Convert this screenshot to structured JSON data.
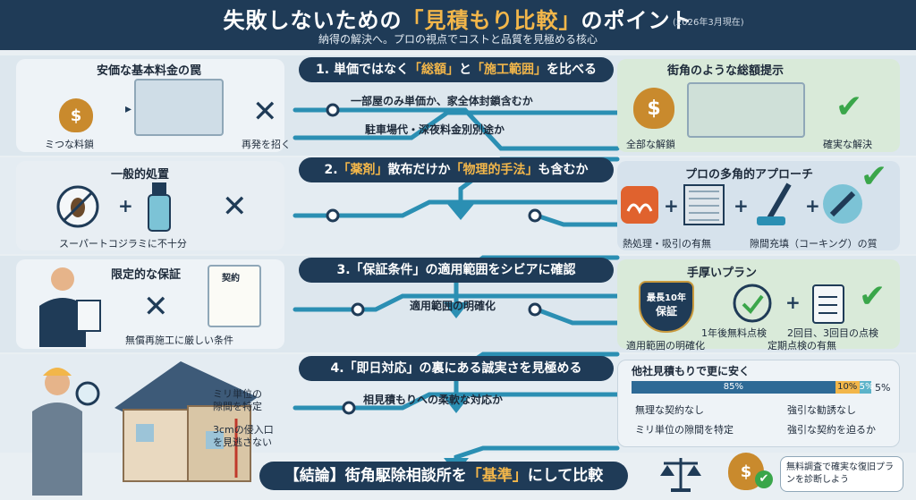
{
  "header": {
    "title_pre": "失敗しないための",
    "title_hl": "「見積もり比較」",
    "title_post": "のポイント",
    "date": "(2026年3月現在)",
    "subtitle": "納得の解決へ。プロの視点でコストと品質を見極める核心"
  },
  "sec1": {
    "banner_pre": "1. 単価ではなく",
    "banner_hl1": "「総額」",
    "banner_mid": "と",
    "banner_hl2": "「施工範囲」",
    "banner_post": "を比べる",
    "left_title": "安価な基本料金の罠",
    "left_cap1": "ミつな料鎖",
    "left_cap2": "再発を招く",
    "mid1": "一部屋のみ単価か、家全体封鎖含むか",
    "mid2": "駐車場代・深夜料金別別途か",
    "right_title": "街角のような総額提示",
    "right_cap1": "全部な解鎖",
    "right_cap2": "確実な解決"
  },
  "sec2": {
    "banner_pre": "2.",
    "banner_hl1": "「薬剤」",
    "banner_mid": "散布だけか",
    "banner_hl2": "「物理的手法」",
    "banner_post": "も含むか",
    "left_title": "一般的処置",
    "left_cap": "スーパートコジラミに不十分",
    "right_title": "プロの多角的アプローチ",
    "right_cap1": "熱処理・吸引の有無",
    "right_cap2": "隙間充填（コーキング）の質"
  },
  "sec3": {
    "banner": "3.「保証条件」の適用範囲をシビアに確認",
    "left_title": "限定的な保証",
    "doc_label": "契約",
    "left_cap": "無償再施工に厳しい条件",
    "mid": "適用範囲の明確化",
    "right_title": "手厚いプラン",
    "badge_top": "最長10年",
    "badge_main": "保証",
    "right_cap1": "適用範囲の明確化",
    "right_cap2": "1年後無料点検",
    "right_cap3a": "2回目、3回目の点検",
    "right_cap3b": "定期点検の有無"
  },
  "sec4": {
    "banner": "4.「即日対応」の裏にある誠実さを見極める",
    "mid": "相見積もりへの柔軟な対応か",
    "house_note1a": "ミリ単位の",
    "house_note1b": "隙間を特定",
    "house_note2a": "3cmの侵入口",
    "house_note2b": "を見逃さない",
    "right_title": "他社見積もりで更に安く",
    "bar_values": [
      85,
      10,
      5
    ],
    "bar_labels": [
      "85%",
      "10%",
      "5%"
    ],
    "bar_extra": "5%",
    "bar_colors": [
      "#2e6a96",
      "#f2b64a",
      "#5bb3c9"
    ],
    "cap1": "無理な契約なし",
    "cap2": "強引な勧誘なし",
    "cap3": "ミリ単位の隙間を特定",
    "cap4": "強引な契約を迫るか"
  },
  "conclusion": {
    "pre": "【結論】街角駆除相談所を",
    "hl": "「基準」",
    "post": "にして比較",
    "bubble": "無料調査で確実な復旧プランを診断しよう"
  },
  "colors": {
    "navy": "#1f3b57",
    "accent": "#f2b64a",
    "green": "#3aa64a",
    "teal": "#2b8fb3"
  }
}
